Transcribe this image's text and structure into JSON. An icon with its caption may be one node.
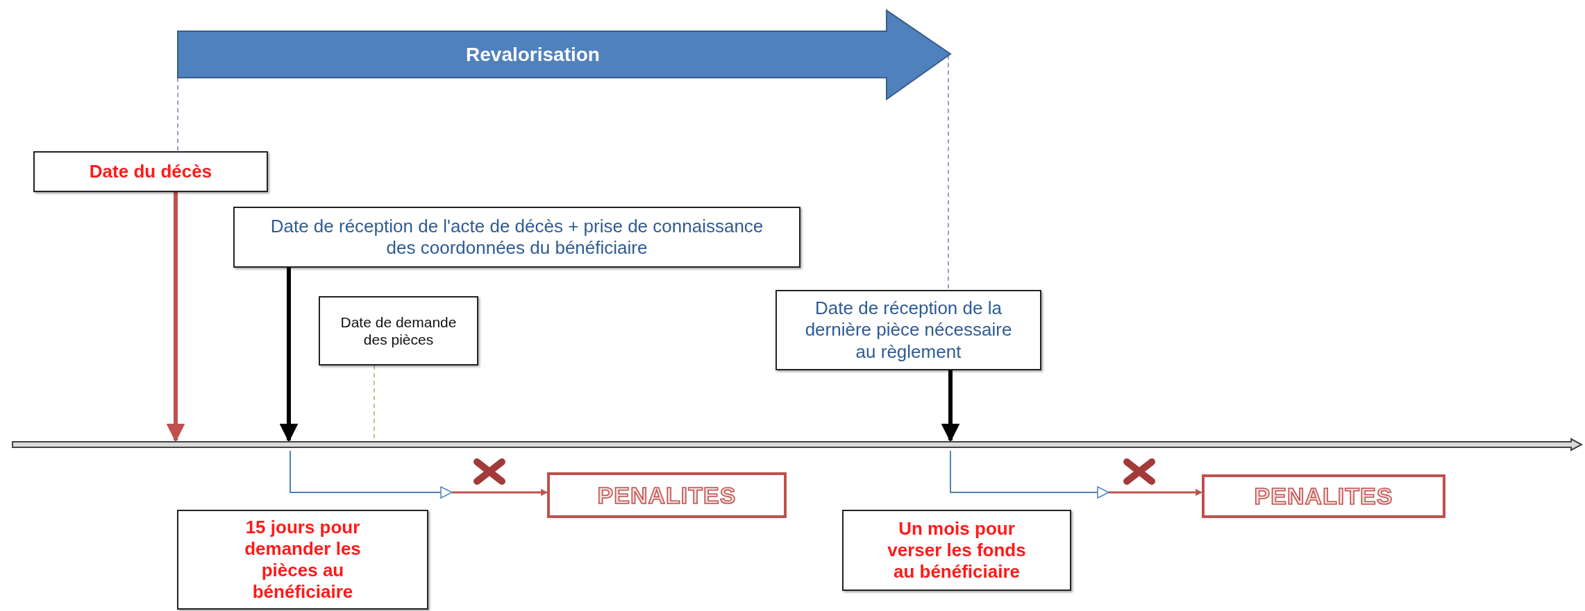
{
  "diagram": {
    "nodes": [
      {
        "text": [
          "Revalorisation"
        ]
      },
      {
        "text": [
          "Date du décès"
        ]
      },
      {
        "text": [
          "Date de réception de l'acte de décès + prise de connaissance des coordonnées du bénéficiaire"
        ]
      },
      {
        "text": [
          "Date de demande des pièces"
        ]
      },
      {
        "text": [
          "Date de réception de la dernière pièce nécessaire au règlement"
        ]
      },
      {
        "text": [],
        "shape": "bar"
      },
      {
        "text": [
          "PENALITES"
        ]
      },
      {
        "text": [
          "15 jours pour demander les pièces au bénéficiaire"
        ]
      },
      {
        "text": [
          "PENALITES"
        ]
      },
      {
        "text": [
          "Un mois pour verser les fonds au bénéficiaire"
        ]
      }
    ],
    "edges": [
      {
        "from": 0,
        "to": 1,
        "arrow": "none",
        "style": "dashed",
        "color": "#8e6fb3"
      },
      {
        "from": 0,
        "to": 4,
        "arrow": "none",
        "style": "dashed",
        "color": "#8e6fb3"
      },
      {
        "from": 1,
        "to": 5,
        "arrow": "to",
        "style": "thick",
        "color": "#c0504d"
      },
      {
        "from": 2,
        "to": 5,
        "arrow": "to",
        "style": "thick",
        "color": "#000000"
      },
      {
        "from": 3,
        "to": 5,
        "arrow": "none",
        "style": "dashed",
        "color": "#9bbb59"
      },
      {
        "from": 4,
        "to": 5,
        "arrow": "to",
        "style": "thick",
        "color": "#000000"
      },
      {
        "from": 5,
        "to": 6,
        "arrow": "to",
        "color": "#4f81bd"
      },
      {
        "from": 5,
        "to": 8,
        "arrow": "to",
        "color": "#4f81bd"
      }
    ]
  }
}
